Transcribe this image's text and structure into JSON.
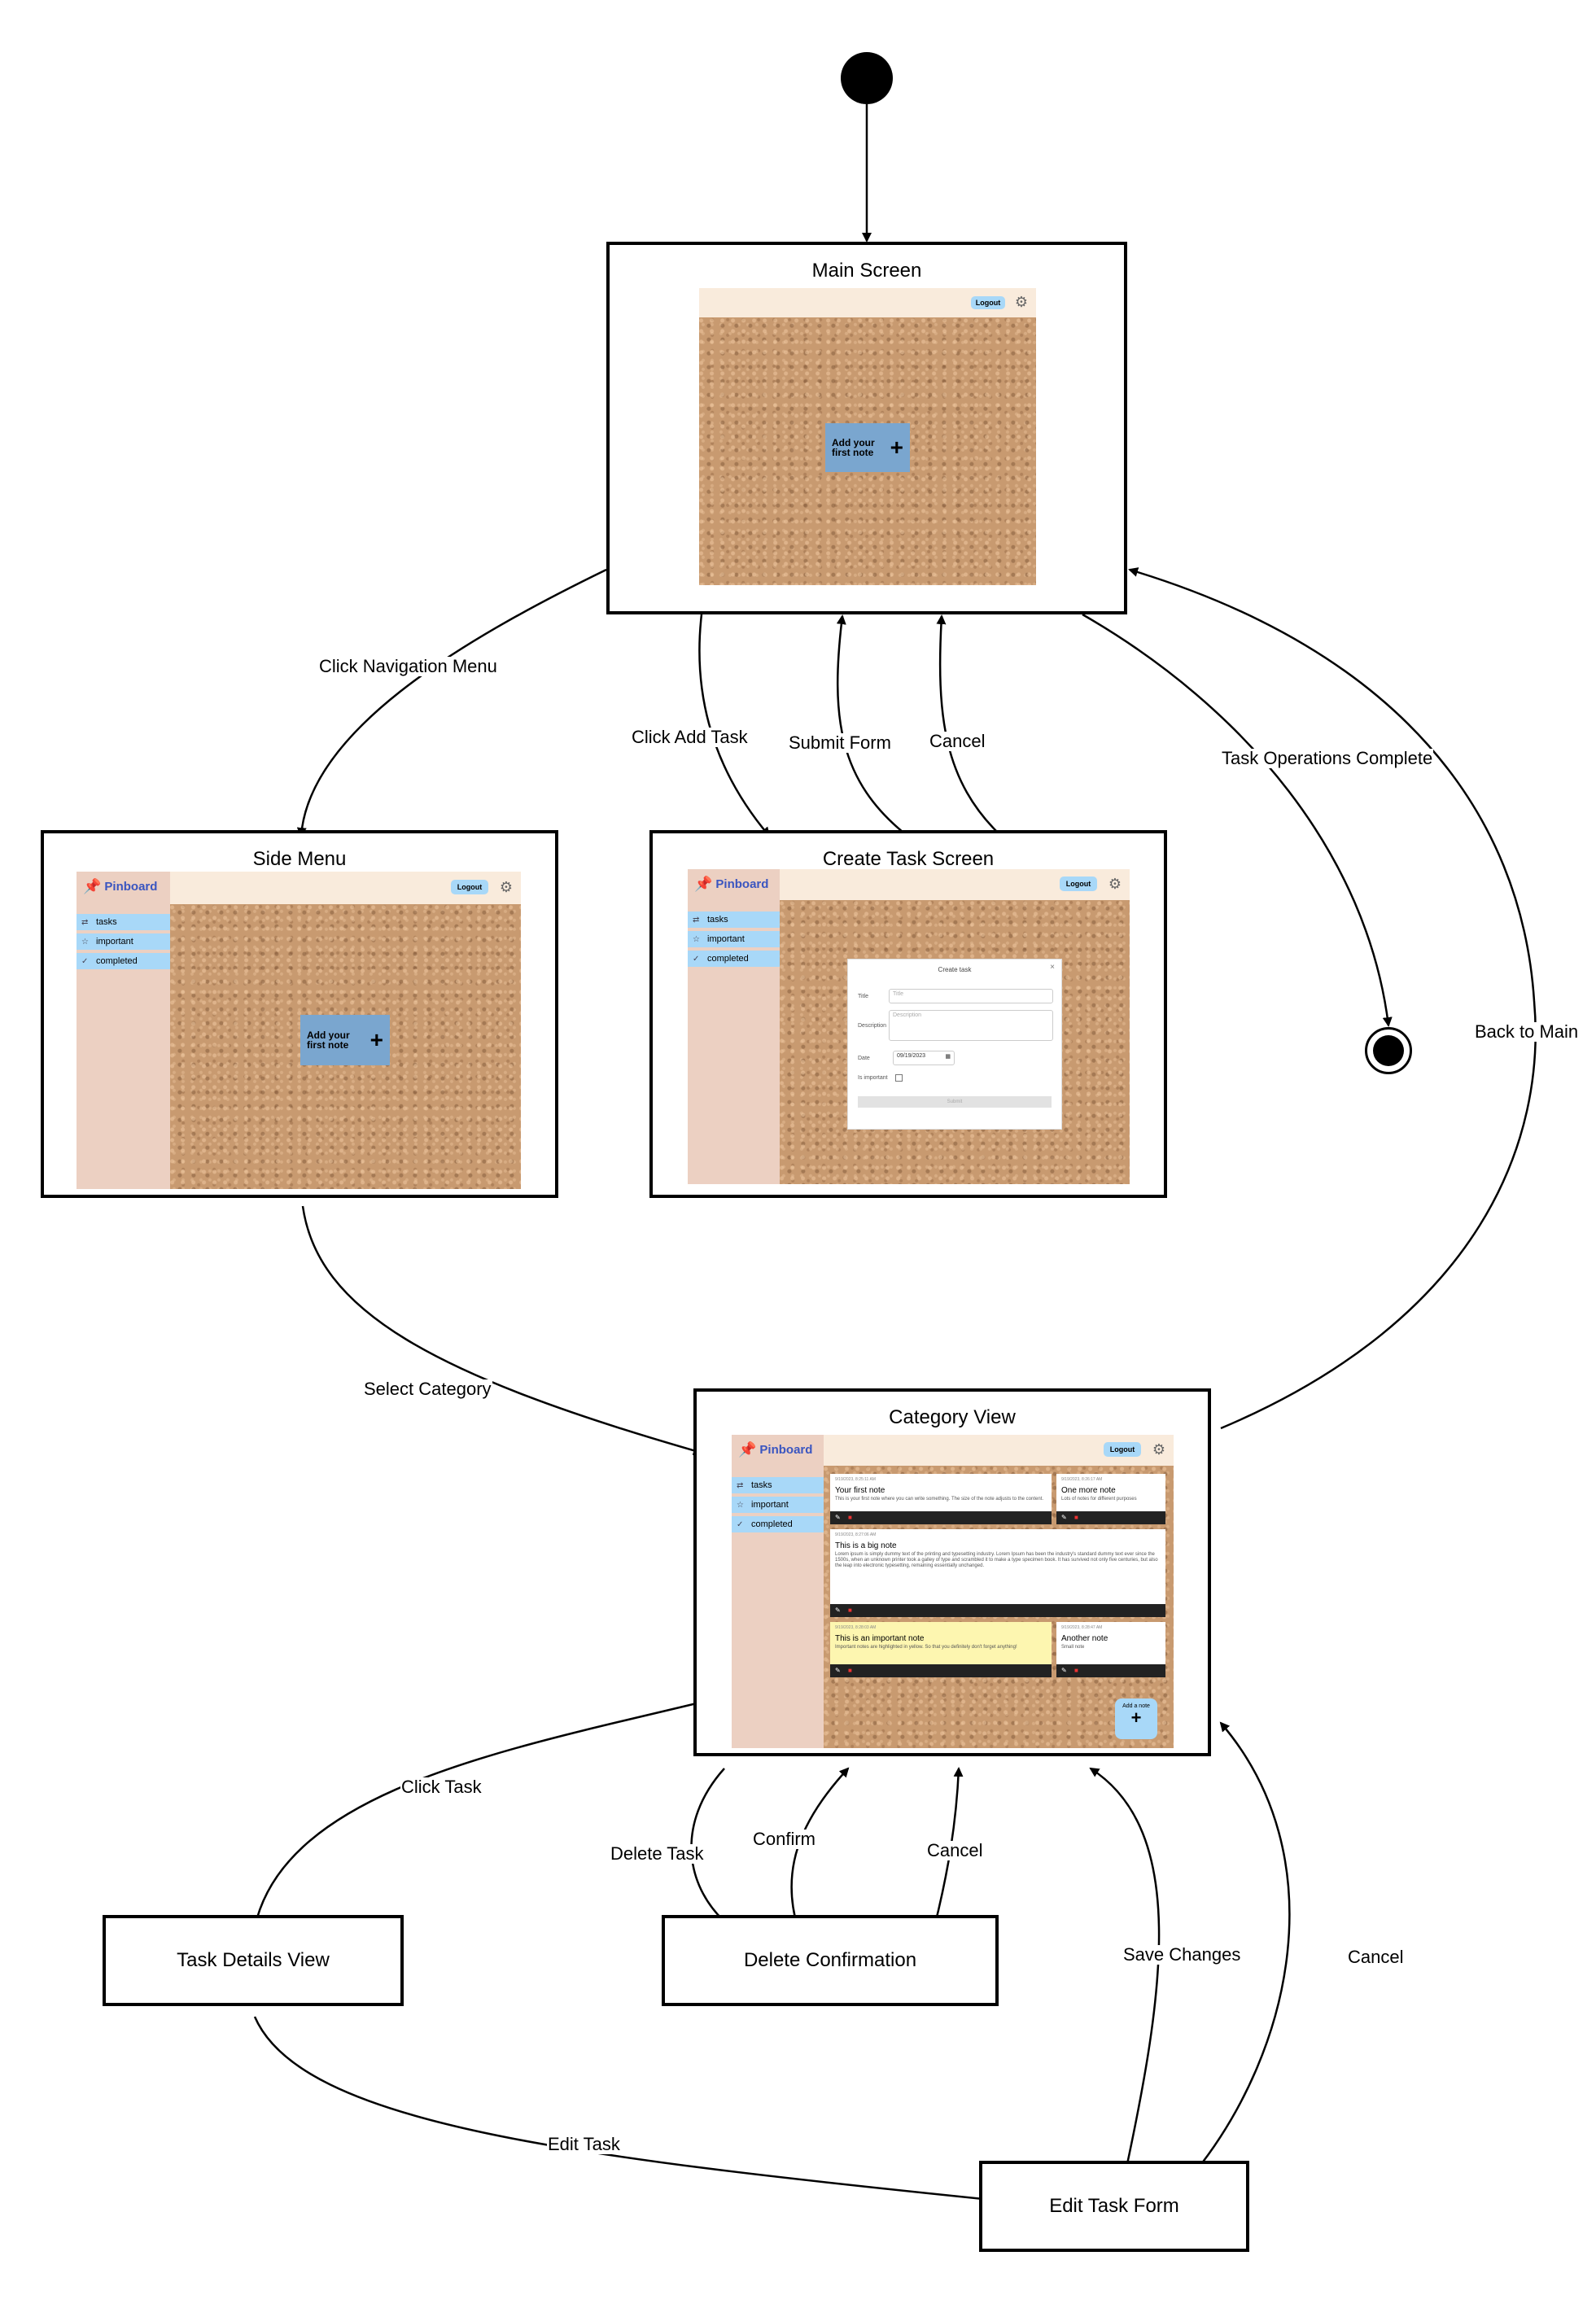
{
  "diagram": {
    "states": {
      "main_screen": "Main Screen",
      "side_menu": "Side Menu",
      "create_task_screen": "Create Task Screen",
      "category_view": "Category View",
      "task_details_view": "Task Details View",
      "delete_confirmation": "Delete Confirmation",
      "edit_task_form": "Edit Task Form"
    },
    "transitions": {
      "click_navigation_menu": "Click Navigation Menu",
      "click_add_task": "Click Add Task",
      "submit_form": "Submit Form",
      "cancel_create": "Cancel",
      "task_operations_complete": "Task Operations Complete",
      "back_to_main": "Back to Main",
      "select_category": "Select Category",
      "click_task": "Click Task",
      "delete_task": "Delete Task",
      "confirm": "Confirm",
      "cancel_delete": "Cancel",
      "save_changes": "Save Changes",
      "cancel_edit": "Cancel",
      "edit_task": "Edit Task"
    }
  },
  "app": {
    "brand": "Pinboard",
    "logout": "Logout",
    "nav": [
      "tasks",
      "important",
      "completed"
    ],
    "add_first_note": "Add your first note",
    "add_note": "Add a note",
    "create_task": {
      "heading": "Create task",
      "title_label": "Title",
      "title_placeholder": "Title",
      "description_label": "Description",
      "description_placeholder": "Description",
      "date_label": "Date",
      "date_value": "09/19/2023",
      "important_label": "Is important",
      "submit": "Submit"
    },
    "notes": [
      {
        "date": "9/19/2023, 8:25:11 AM",
        "title": "Your first note",
        "body": "This is your first note where you can write something. The size of the note adjusts to the content."
      },
      {
        "date": "9/19/2023, 8:26:17 AM",
        "title": "One more note",
        "body": "Lots of notes for different purposes"
      },
      {
        "date": "9/19/2023, 8:27:06 AM",
        "title": "This is a big note",
        "body": "Lorem ipsum is simply dummy text of the printing and typesetting industry. Lorem Ipsum has been the industry's standard dummy text ever since the 1500s, when an unknown printer took a galley of type and scrambled it to make a type specimen book. It has survived not only five centuries, but also the leap into electronic typesetting, remaining essentially unchanged."
      },
      {
        "date": "9/19/2023, 8:28:03 AM",
        "title": "This is an important note",
        "body": "Important notes are highlighted in yellow. So that you definitely don't forget anything!"
      },
      {
        "date": "9/19/2023, 8:28:47 AM",
        "title": "Another note",
        "body": "Small note"
      }
    ]
  }
}
